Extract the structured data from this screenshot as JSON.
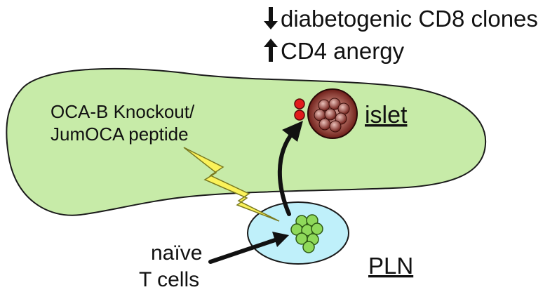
{
  "effects": [
    {
      "arrow": "down-arrow",
      "text": "diabetogenic CD8 clones"
    },
    {
      "arrow": "up-arrow",
      "text": "CD4 anergy"
    }
  ],
  "condition": {
    "line1": "OCA-B Knockout/",
    "line2": "JumOCA peptide"
  },
  "islet": {
    "label": "islet"
  },
  "lymph_node": {
    "label": "PLN"
  },
  "naive": {
    "line1": "naïve",
    "line2": "T cells"
  },
  "colors": {
    "pancreas": "#c7eba8",
    "lymph_node": "#bff0fa",
    "t_cell": "#8fd95a",
    "islet_outer": "#8a2a22",
    "islet_inner": "#d4a39c",
    "migrating_cell": "#e11b1b",
    "lightning": "#fbf25a"
  }
}
